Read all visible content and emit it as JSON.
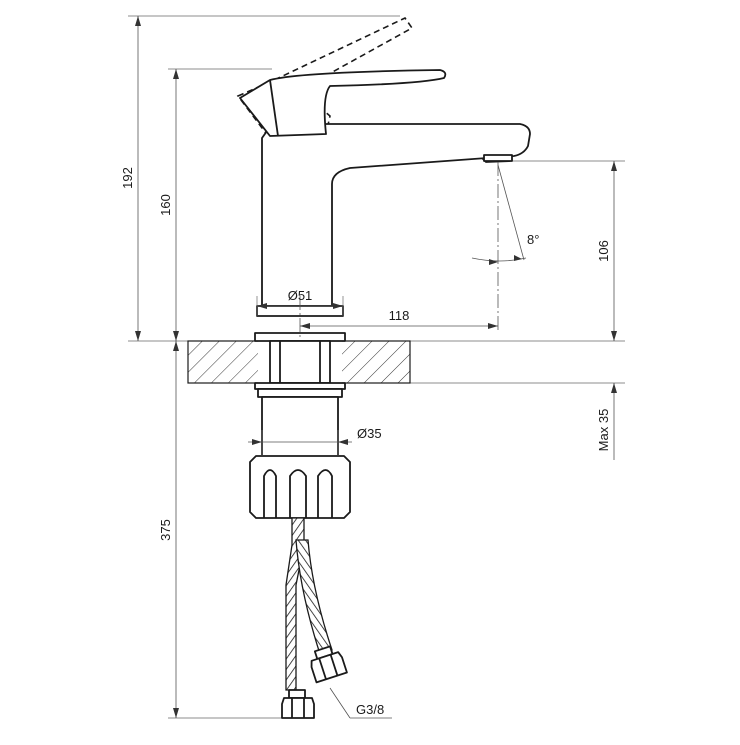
{
  "dimensions": {
    "overall_height": "192",
    "body_height": "160",
    "base_diameter": "Ø51",
    "spout_reach": "118",
    "outlet_height": "106",
    "spout_angle": "8°",
    "shank_diameter": "Ø35",
    "max_deck_thickness": "Max 35",
    "hose_length": "375",
    "thread": "G3/8"
  }
}
